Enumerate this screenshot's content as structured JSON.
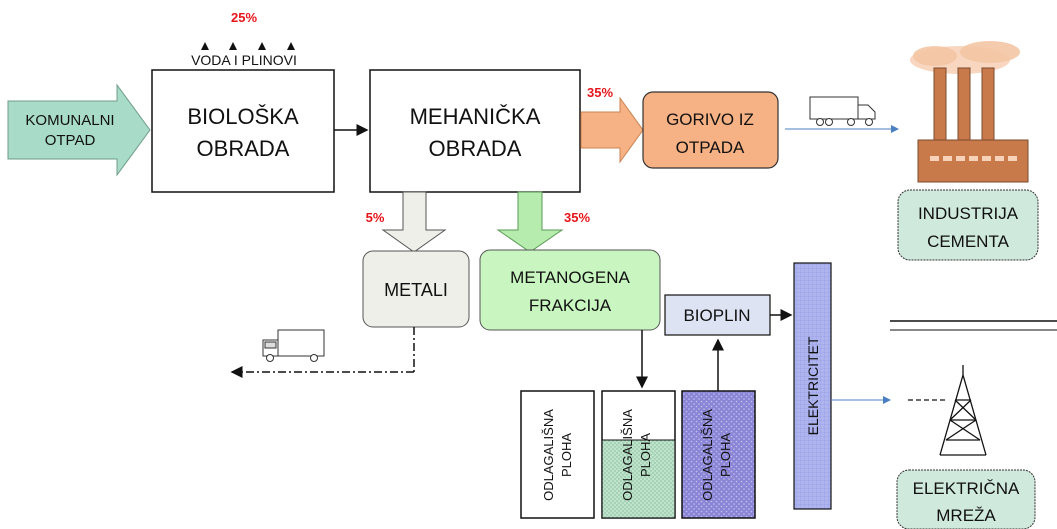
{
  "labels": {
    "komunalni_otpad": [
      "KOMUNALNI",
      "OTPAD"
    ],
    "bioloska_obrada": [
      "BIOLOŠKA",
      "OBRADA"
    ],
    "mehanicka_obrada": [
      "MEHANIČKA",
      "OBRADA"
    ],
    "gorivo_iz_otpada": [
      "GORIVO IZ",
      "OTPADA"
    ],
    "industrija_cementa": [
      "INDUSTRIJA",
      "CEMENTA"
    ],
    "metali": "METALI",
    "metanogena_frakcija": [
      "METANOGENA",
      "FRAKCIJA"
    ],
    "bioplin": "BIOPLIN",
    "elektricitet": "ELEKTRICITET",
    "elektricna_mreza": [
      "ELEKTRIČNA",
      "MREŽA"
    ],
    "voda_i_plinovi": "VODA I PLINOVI",
    "odlagalisna_ploha": [
      "ODLAGALIŠNA",
      "PLOHA"
    ]
  },
  "percentages": {
    "gases": "25%",
    "fuel": "35%",
    "metals": "5%",
    "methanogenic": "35%"
  },
  "colors": {
    "input_arrow": "#a8dcc8",
    "fuel_orange": "#f6b184",
    "metals_gray": "#eeefe8",
    "methanogenic_green": "#c8f5c0",
    "bioplin_blue": "#dde3f2",
    "landfill_purple": "#8b85d6",
    "landfill_green": "#bfe3cc",
    "cement_label": "#cfe9dc",
    "percent_red": "#e5151b",
    "flow_blue": "#4a7fc0"
  },
  "icons": [
    "truck-icon",
    "factory-icon",
    "power-tower-icon"
  ]
}
